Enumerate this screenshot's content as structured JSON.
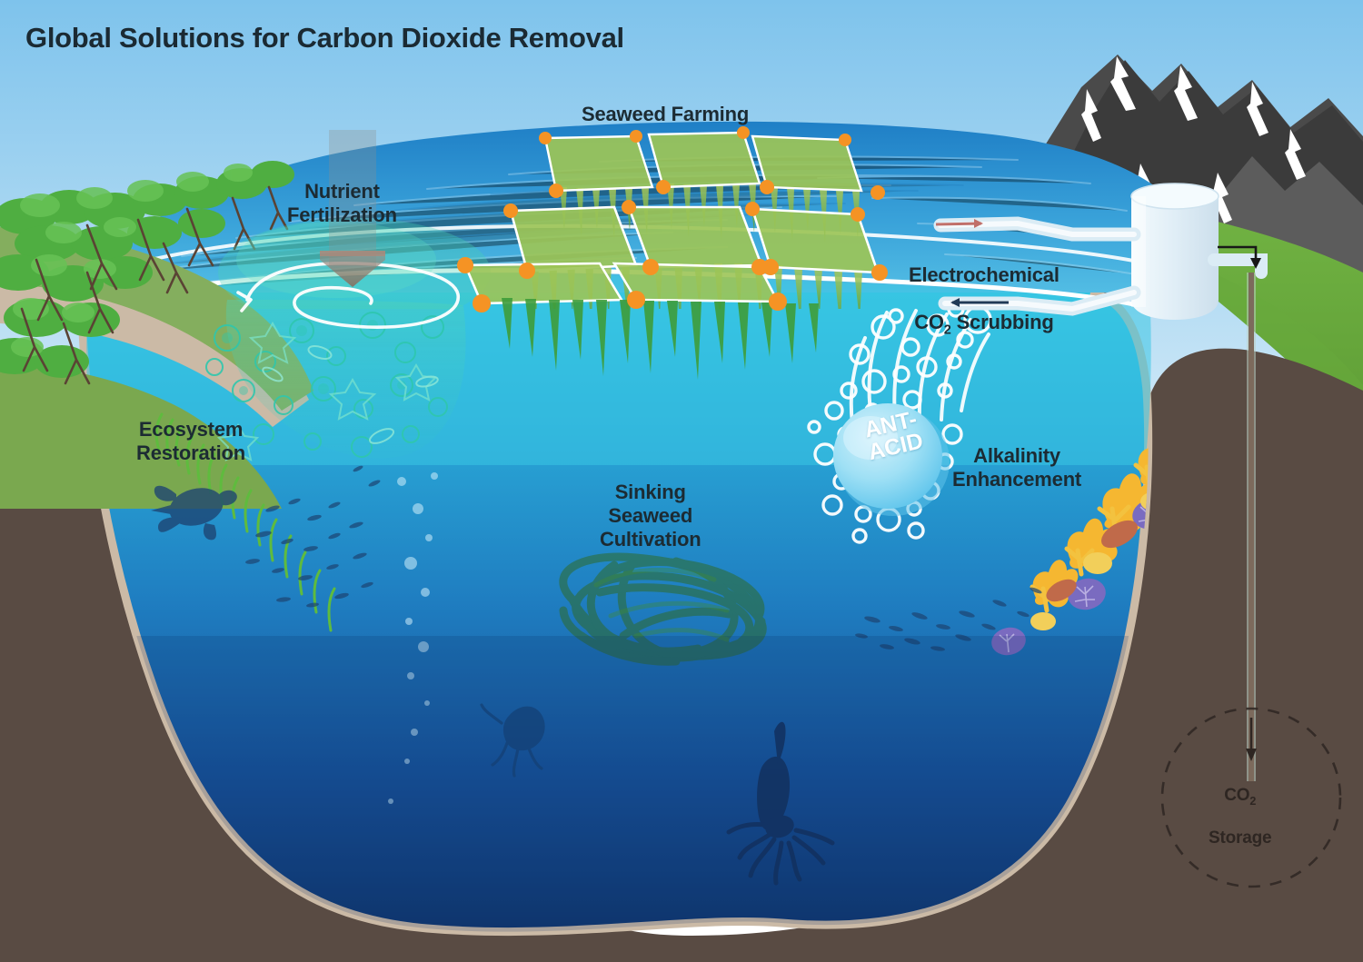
{
  "title": "Global Solutions for Carbon Dioxide Removal",
  "labels": {
    "seaweed_farming": "Seaweed Farming",
    "nutrient_fertilization": "Nutrient\nFertilization",
    "electrochemical_line1": "Electrochemical",
    "electrochemical_co2": "CO",
    "electrochemical_sub": "2",
    "electrochemical_line2": " Scrubbing",
    "ecosystem_restoration": "Ecosystem\nRestoration",
    "alkalinity_enhancement": "Alkalinity\nEnhancement",
    "sinking_seaweed": "Sinking\nSeaweed\nCultivation",
    "co2_storage_co2": "CO",
    "co2_storage_sub": "2",
    "co2_storage_line2": "Storage",
    "antacid_line1": "ANT-",
    "antacid_line2": "ACID"
  },
  "scene": {
    "sky_top": "#7ec3ec",
    "sky_bottom": "#cfe8f7",
    "surface_water_top": "#1d7cc4",
    "surface_water_bottom": "#49b8e0",
    "mid_water": "#2fb8dd",
    "deep_water": "#123a72",
    "earth_brown": "#594b43",
    "sand_line": "#cbbaa6",
    "grass_green": "#6aab3e",
    "mountain_dark": "#3d3d3d",
    "mountain_mid": "#575757",
    "mountain_light": "#6e6e6e",
    "snow": "#ffffff",
    "mangrove_green": "#4fae41",
    "seaweed_green": "#86b84a",
    "seaweed_deep": "#2f6b2b",
    "buoy_orange": "#f59324",
    "coral_yellow": "#f5b731",
    "coral_purple": "#7a6bc0",
    "coral_red": "#c06a4a",
    "tank_white": "#e6f1f7",
    "pipe_white": "#dbecf5",
    "arrow_red": "#c0706a",
    "arrow_dark": "#203a56",
    "plankton_teal": "#3fd0bb",
    "silhouette": "#16335e",
    "label_dark": "#1c2b33"
  },
  "icons": {
    "nutrient_arrow": "down-arrow-icon",
    "spiral": "spiral-current-icon",
    "buoy": "buoy-marker-icon",
    "tank": "storage-tank-icon",
    "intake_pipe_arrow": "right-arrow-icon",
    "outflow_pipe_arrow": "left-arrow-icon",
    "injection_arrow": "down-injection-arrow-icon",
    "storage_circle": "dashed-circle-icon",
    "turtle": "sea-turtle-icon",
    "squid": "squid-icon",
    "jellyfish": "jellyfish-icon",
    "fish_school": "fish-school-icon",
    "antacid_tablet": "antacid-tablet-icon",
    "bubbles": "bubble-stream-icon",
    "seagrass": "seagrass-icon",
    "coral": "coral-icon",
    "mangrove": "mangrove-tree-icon",
    "phytoplankton": "phytoplankton-icon"
  }
}
